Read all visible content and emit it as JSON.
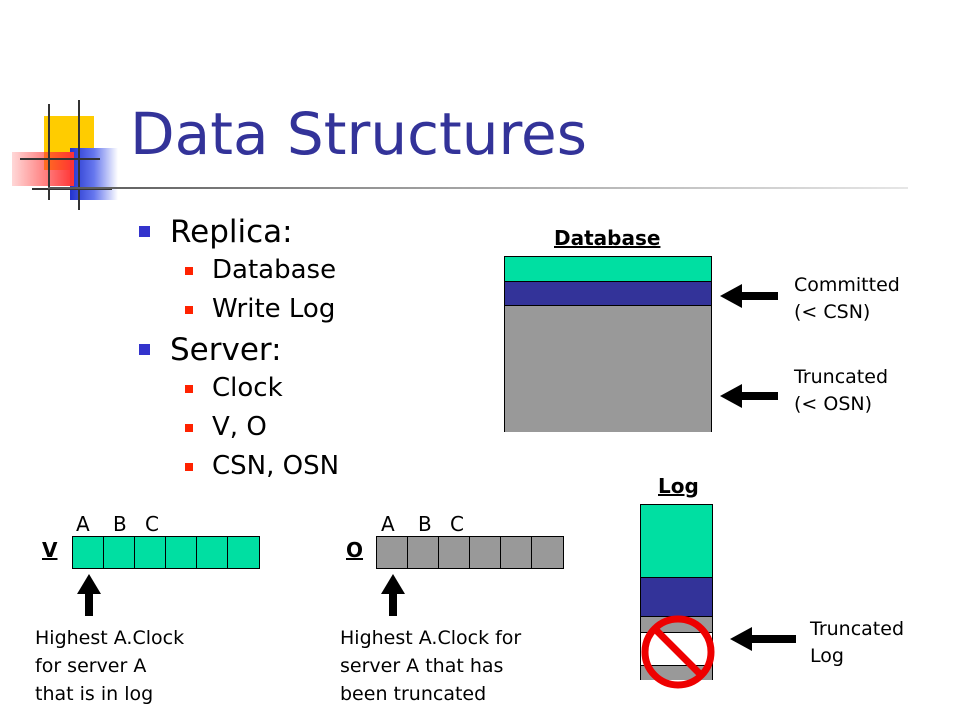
{
  "slide": {
    "title": "Data Structures",
    "bullets": [
      {
        "label": "Replica:",
        "children": [
          "Database",
          "Write Log"
        ]
      },
      {
        "label": "Server:",
        "children": [
          "Clock",
          "V, O",
          "CSN, OSN"
        ]
      }
    ]
  },
  "database": {
    "header": "Database",
    "committed_label": "Committed\n(< CSN)",
    "truncated_label": "Truncated\n(< OSN)"
  },
  "log": {
    "header": "Log",
    "truncated_label": "Truncated\nLog"
  },
  "vectors": {
    "v": {
      "label": "V",
      "columns": [
        "A",
        "B",
        "C"
      ],
      "cells": 6,
      "caption": "Highest A.Clock\nfor server A\nthat is in log"
    },
    "o": {
      "label": "O",
      "columns": [
        "A",
        "B",
        "C"
      ],
      "cells": 6,
      "caption": "Highest A.Clock for\nserver A that has\nbeen truncated"
    }
  },
  "colors": {
    "title": "#333399",
    "green": "#00dfa2",
    "navy": "#333399",
    "gray": "#999999",
    "red": "#ee0000"
  },
  "icons": [
    "decorative-squares-icon",
    "arrow-left-icon",
    "arrow-up-icon",
    "prohibited-icon"
  ]
}
